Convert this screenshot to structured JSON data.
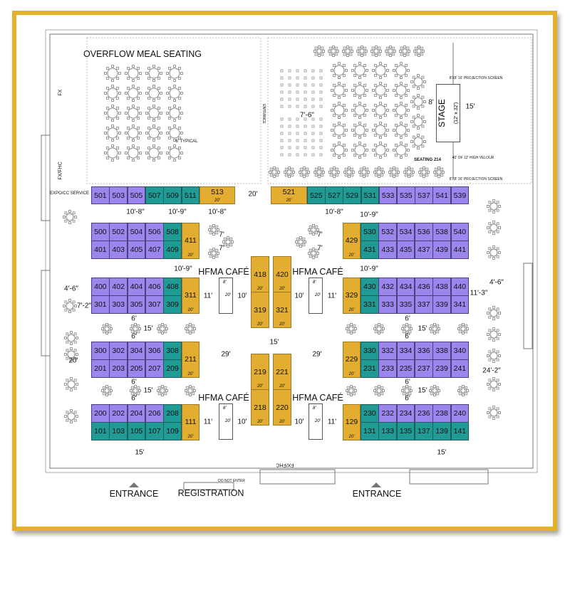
{
  "colors": {
    "frame": "#e3b02e",
    "purple": "#9d85ee",
    "teal": "#1f9a94",
    "gold": "#e2ad30"
  },
  "titles": {
    "overflow": "OVERFLOW MEAL SEATING",
    "stage": "STAGE",
    "stage_size": "(12' x 32')",
    "seating": "SEATING 214",
    "cafe": "HFMA CAFÉ",
    "entrance": "ENTRANCE",
    "registration": "REGISTRATION",
    "expo_service": "EXPO/CC SERVICE",
    "typical": "6' TYPICAL",
    "entrance_side": "ENTRANCE",
    "do_not_enter": "DO NOT ENTER",
    "fx": "FX",
    "fx_fhc": "FX/FHC",
    "screen": "8'X8' 16' PROJECTION SCREEN",
    "screen2": "8'X8' 16' PROJECTION SCREEN",
    "riser": "40' OF 12' HIGH VELOUR"
  },
  "booth_size": "20'",
  "rows": {
    "top_left": [
      {
        "id": "501",
        "t": "purple"
      },
      {
        "id": "503",
        "t": "purple"
      },
      {
        "id": "505",
        "t": "purple"
      },
      {
        "id": "507",
        "t": "teal"
      },
      {
        "id": "509",
        "t": "teal"
      },
      {
        "id": "511",
        "t": "teal"
      }
    ],
    "top_left_wide": {
      "id": "513",
      "t": "gold"
    },
    "top_right_wide": {
      "id": "521",
      "t": "gold"
    },
    "top_right": [
      {
        "id": "525",
        "t": "teal"
      },
      {
        "id": "527",
        "t": "teal"
      },
      {
        "id": "529",
        "t": "teal"
      },
      {
        "id": "531",
        "t": "teal"
      },
      {
        "id": "533",
        "t": "purple"
      },
      {
        "id": "535",
        "t": "purple"
      },
      {
        "id": "537",
        "t": "purple"
      },
      {
        "id": "541",
        "t": "purple"
      },
      {
        "id": "539",
        "t": "purple"
      }
    ],
    "left_blocks": [
      {
        "upper": [
          {
            "id": "500",
            "t": "purple"
          },
          {
            "id": "502",
            "t": "purple"
          },
          {
            "id": "504",
            "t": "purple"
          },
          {
            "id": "506",
            "t": "purple"
          },
          {
            "id": "508",
            "t": "teal"
          }
        ],
        "lower": [
          {
            "id": "401",
            "t": "purple"
          },
          {
            "id": "403",
            "t": "purple"
          },
          {
            "id": "405",
            "t": "purple"
          },
          {
            "id": "407",
            "t": "purple"
          },
          {
            "id": "409",
            "t": "teal"
          }
        ],
        "end": {
          "id": "411",
          "t": "gold"
        }
      },
      {
        "upper": [
          {
            "id": "400",
            "t": "purple"
          },
          {
            "id": "402",
            "t": "purple"
          },
          {
            "id": "404",
            "t": "purple"
          },
          {
            "id": "406",
            "t": "purple"
          },
          {
            "id": "408",
            "t": "teal"
          }
        ],
        "lower": [
          {
            "id": "301",
            "t": "purple"
          },
          {
            "id": "303",
            "t": "purple"
          },
          {
            "id": "305",
            "t": "purple"
          },
          {
            "id": "307",
            "t": "purple"
          },
          {
            "id": "309",
            "t": "teal"
          }
        ],
        "end": {
          "id": "311",
          "t": "gold"
        }
      },
      {
        "upper": [
          {
            "id": "300",
            "t": "purple"
          },
          {
            "id": "302",
            "t": "purple"
          },
          {
            "id": "304",
            "t": "purple"
          },
          {
            "id": "306",
            "t": "purple"
          },
          {
            "id": "308",
            "t": "teal"
          }
        ],
        "lower": [
          {
            "id": "201",
            "t": "purple"
          },
          {
            "id": "203",
            "t": "purple"
          },
          {
            "id": "205",
            "t": "purple"
          },
          {
            "id": "207",
            "t": "purple"
          },
          {
            "id": "209",
            "t": "teal"
          }
        ],
        "end": {
          "id": "211",
          "t": "gold"
        }
      },
      {
        "upper": [
          {
            "id": "200",
            "t": "purple"
          },
          {
            "id": "202",
            "t": "purple"
          },
          {
            "id": "204",
            "t": "purple"
          },
          {
            "id": "206",
            "t": "purple"
          },
          {
            "id": "208",
            "t": "teal"
          }
        ],
        "lower": [
          {
            "id": "101",
            "t": "teal"
          },
          {
            "id": "103",
            "t": "teal"
          },
          {
            "id": "105",
            "t": "teal"
          },
          {
            "id": "107",
            "t": "teal"
          },
          {
            "id": "109",
            "t": "teal"
          }
        ],
        "end": {
          "id": "111",
          "t": "gold"
        }
      }
    ],
    "right_blocks": [
      {
        "end": {
          "id": "429",
          "t": "gold"
        },
        "upper": [
          {
            "id": "530",
            "t": "teal"
          },
          {
            "id": "532",
            "t": "purple"
          },
          {
            "id": "534",
            "t": "purple"
          },
          {
            "id": "536",
            "t": "purple"
          },
          {
            "id": "538",
            "t": "purple"
          },
          {
            "id": "540",
            "t": "purple"
          }
        ],
        "lower": [
          {
            "id": "431",
            "t": "teal"
          },
          {
            "id": "433",
            "t": "purple"
          },
          {
            "id": "435",
            "t": "purple"
          },
          {
            "id": "437",
            "t": "purple"
          },
          {
            "id": "439",
            "t": "purple"
          },
          {
            "id": "441",
            "t": "purple"
          }
        ]
      },
      {
        "end": {
          "id": "329",
          "t": "gold"
        },
        "upper": [
          {
            "id": "430",
            "t": "teal"
          },
          {
            "id": "432",
            "t": "purple"
          },
          {
            "id": "434",
            "t": "purple"
          },
          {
            "id": "436",
            "t": "purple"
          },
          {
            "id": "438",
            "t": "purple"
          },
          {
            "id": "440",
            "t": "purple"
          }
        ],
        "lower": [
          {
            "id": "331",
            "t": "teal"
          },
          {
            "id": "333",
            "t": "purple"
          },
          {
            "id": "335",
            "t": "purple"
          },
          {
            "id": "337",
            "t": "purple"
          },
          {
            "id": "339",
            "t": "purple"
          },
          {
            "id": "341",
            "t": "purple"
          }
        ]
      },
      {
        "end": {
          "id": "229",
          "t": "gold"
        },
        "upper": [
          {
            "id": "330",
            "t": "teal"
          },
          {
            "id": "332",
            "t": "purple"
          },
          {
            "id": "334",
            "t": "purple"
          },
          {
            "id": "336",
            "t": "purple"
          },
          {
            "id": "338",
            "t": "purple"
          },
          {
            "id": "340",
            "t": "purple"
          }
        ],
        "lower": [
          {
            "id": "231",
            "t": "teal"
          },
          {
            "id": "233",
            "t": "purple"
          },
          {
            "id": "235",
            "t": "purple"
          },
          {
            "id": "237",
            "t": "purple"
          },
          {
            "id": "239",
            "t": "purple"
          },
          {
            "id": "241",
            "t": "purple"
          }
        ]
      },
      {
        "end": {
          "id": "129",
          "t": "gold"
        },
        "upper": [
          {
            "id": "230",
            "t": "teal"
          },
          {
            "id": "232",
            "t": "purple"
          },
          {
            "id": "234",
            "t": "purple"
          },
          {
            "id": "236",
            "t": "purple"
          },
          {
            "id": "238",
            "t": "purple"
          },
          {
            "id": "240",
            "t": "purple"
          }
        ],
        "lower": [
          {
            "id": "131",
            "t": "teal"
          },
          {
            "id": "133",
            "t": "teal"
          },
          {
            "id": "135",
            "t": "teal"
          },
          {
            "id": "137",
            "t": "teal"
          },
          {
            "id": "139",
            "t": "teal"
          },
          {
            "id": "141",
            "t": "teal"
          }
        ]
      }
    ],
    "center": [
      {
        "upper": {
          "id": "418",
          "t": "gold"
        },
        "lower": {
          "id": "319",
          "t": "gold"
        }
      },
      {
        "upper": {
          "id": "420",
          "t": "gold"
        },
        "lower": {
          "id": "321",
          "t": "gold"
        }
      },
      {
        "upper": {
          "id": "219",
          "t": "gold"
        },
        "lower": {
          "id": "218",
          "t": "gold"
        }
      },
      {
        "upper": {
          "id": "221",
          "t": "gold"
        },
        "lower": {
          "id": "220",
          "t": "gold"
        }
      }
    ]
  },
  "cafe_table": {
    "w": "8'",
    "l": "20'"
  },
  "dims": [
    "10'-8\"",
    "10'-9\"",
    "10'-8\"",
    "20'",
    "10'-8\"",
    "10'-9\"",
    "7'",
    "7'",
    "7'",
    "7'",
    "10'-9\"",
    "10'-9\"",
    "11'",
    "10'",
    "10'",
    "11'",
    "15'",
    "29'",
    "29'",
    "6'",
    "15'",
    "6'",
    "6'",
    "15'",
    "6'",
    "6'",
    "15'",
    "6'",
    "6'",
    "15'",
    "6'",
    "11'",
    "10'",
    "10'",
    "11'",
    "15'",
    "15'",
    "4'-6\"",
    "7'-2\"",
    "20'",
    "4'-6\"",
    "11'-3\"",
    "24'-2\"",
    "7'-6\"",
    "8'",
    "15'"
  ]
}
